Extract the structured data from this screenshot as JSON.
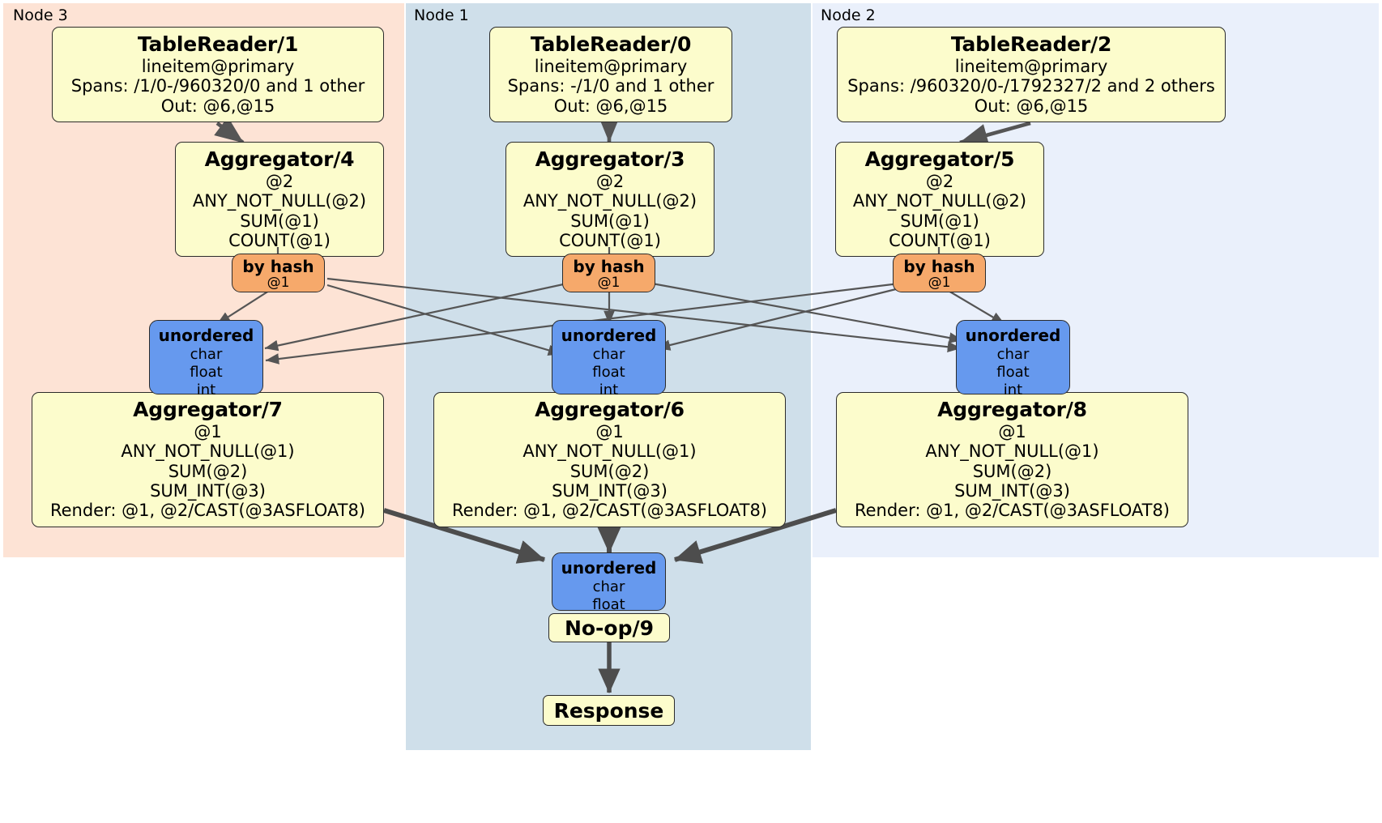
{
  "diagram": {
    "type": "distsql-flow",
    "title": "Distributed SQL execution plan",
    "colors": {
      "node3_lane": "#fde3d5",
      "node1_lane": "#cfdfea",
      "node2_lane": "#eaf0fb",
      "processor_fill": "#fcfccc",
      "router_fill": "#f6a96b",
      "sync_fill": "#6699ee",
      "stroke": "#2b2b2b",
      "edge_thin": "#555555",
      "edge_thick": "#4d4d4d"
    }
  },
  "lanes": [
    {
      "id": "node3",
      "label": "Node 3"
    },
    {
      "id": "node1",
      "label": "Node 1"
    },
    {
      "id": "node2",
      "label": "Node 2"
    }
  ],
  "processors": {
    "table_reader_1": {
      "title": "TableReader/1",
      "lines": [
        "lineitem@primary",
        "Spans: /1/0-/960320/0 and 1 other",
        "Out: @6,@15"
      ]
    },
    "table_reader_0": {
      "title": "TableReader/0",
      "lines": [
        "lineitem@primary",
        "Spans: -/1/0 and 1 other",
        "Out: @6,@15"
      ]
    },
    "table_reader_2": {
      "title": "TableReader/2",
      "lines": [
        "lineitem@primary",
        "Spans: /960320/0-/1792327/2 and 2 others",
        "Out: @6,@15"
      ]
    },
    "aggregator_4": {
      "title": "Aggregator/4",
      "lines": [
        "@2",
        "ANY_NOT_NULL(@2)",
        "SUM(@1)",
        "COUNT(@1)"
      ]
    },
    "aggregator_3": {
      "title": "Aggregator/3",
      "lines": [
        "@2",
        "ANY_NOT_NULL(@2)",
        "SUM(@1)",
        "COUNT(@1)"
      ]
    },
    "aggregator_5": {
      "title": "Aggregator/5",
      "lines": [
        "@2",
        "ANY_NOT_NULL(@2)",
        "SUM(@1)",
        "COUNT(@1)"
      ]
    },
    "aggregator_7": {
      "title": "Aggregator/7",
      "lines": [
        "@1",
        "ANY_NOT_NULL(@1)",
        "SUM(@2)",
        "SUM_INT(@3)",
        "Render: @1, @2/CAST(@3ASFLOAT8)"
      ]
    },
    "aggregator_6": {
      "title": "Aggregator/6",
      "lines": [
        "@1",
        "ANY_NOT_NULL(@1)",
        "SUM(@2)",
        "SUM_INT(@3)",
        "Render: @1, @2/CAST(@3ASFLOAT8)"
      ]
    },
    "aggregator_8": {
      "title": "Aggregator/8",
      "lines": [
        "@1",
        "ANY_NOT_NULL(@1)",
        "SUM(@2)",
        "SUM_INT(@3)",
        "Render: @1, @2/CAST(@3ASFLOAT8)"
      ]
    }
  },
  "routers": {
    "router_node3": {
      "title": "by hash",
      "sub": "@1"
    },
    "router_node1": {
      "title": "by hash",
      "sub": "@1"
    },
    "router_node2": {
      "title": "by hash",
      "sub": "@1"
    }
  },
  "synchronizers": {
    "sync_node3": {
      "title": "unordered",
      "types": [
        "char",
        "float",
        "int"
      ]
    },
    "sync_node1": {
      "title": "unordered",
      "types": [
        "char",
        "float",
        "int"
      ]
    },
    "sync_node2": {
      "title": "unordered",
      "types": [
        "char",
        "float",
        "int"
      ]
    },
    "sync_final": {
      "title": "unordered",
      "types": [
        "char",
        "float"
      ]
    }
  },
  "terminals": {
    "noop_9": {
      "label": "No-op/9"
    },
    "response": {
      "label": "Response"
    }
  }
}
